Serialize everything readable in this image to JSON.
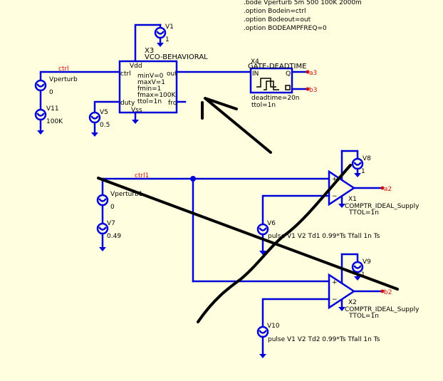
{
  "directives": [
    ".bode Vperturb 5m 500 100K 2000m",
    ".option Bodein=ctrl",
    ".option Bodeout=out",
    ".option BODEAMPFREQ=0"
  ],
  "v1": {
    "name": "V1",
    "value": "1"
  },
  "x3": {
    "ref": "X3",
    "model": "VCO-BEHAVIORAL",
    "pin_vdd": "Vdd",
    "pin_ctrl": "ctrl",
    "pin_out": "out",
    "pin_duty": "duty",
    "pin_frq": "frq",
    "pin_vss": "Vss",
    "params": [
      "minV=0",
      "maxV=1",
      "fmin=1",
      "fmax=100K",
      "ttol=1n"
    ]
  },
  "x4": {
    "ref": "X4",
    "model": "GATE-DEADTIME",
    "pin_in": "IN",
    "pin_q": "Q",
    "params": [
      "deadtime=20n",
      "ttol=1n"
    ]
  },
  "nets": {
    "ctrl": "ctrl",
    "ctrl1": "ctrl1",
    "a3": "a3",
    "b3": "b3",
    "a2": "a2",
    "b2": "b2"
  },
  "vperturb": {
    "name": "Vperturb",
    "value": "0"
  },
  "v11": {
    "name": "V11",
    "value": "100K"
  },
  "v5": {
    "name": "V5",
    "value": "0.5"
  },
  "vperturb1": {
    "name": "Vperturb1",
    "value": "0"
  },
  "v7": {
    "name": "V7",
    "value": "0.49"
  },
  "v8": {
    "name": "V8",
    "value": "1"
  },
  "x1": {
    "ref": "X1",
    "model": "COMPTR_IDEAL_Supply",
    "param": "TTOL=1n"
  },
  "v6": {
    "name": "V6",
    "value": "pulse V1 V2 Td1 0.99*Ts Tfall 1n Ts"
  },
  "v9": {
    "name": "V9",
    "value": "1"
  },
  "x2": {
    "ref": "X2",
    "model": "COMPTR_IDEAL_Supply",
    "param": "TTOL=1n"
  },
  "v10": {
    "name": "V10",
    "value": "pulse V1 V2 Td2 0.99*Ts Tfall 1n Ts"
  },
  "colors": {
    "wire": "#0000d8",
    "net_label": "#d01010",
    "background": "#ffffe0",
    "ink": "#000000"
  }
}
